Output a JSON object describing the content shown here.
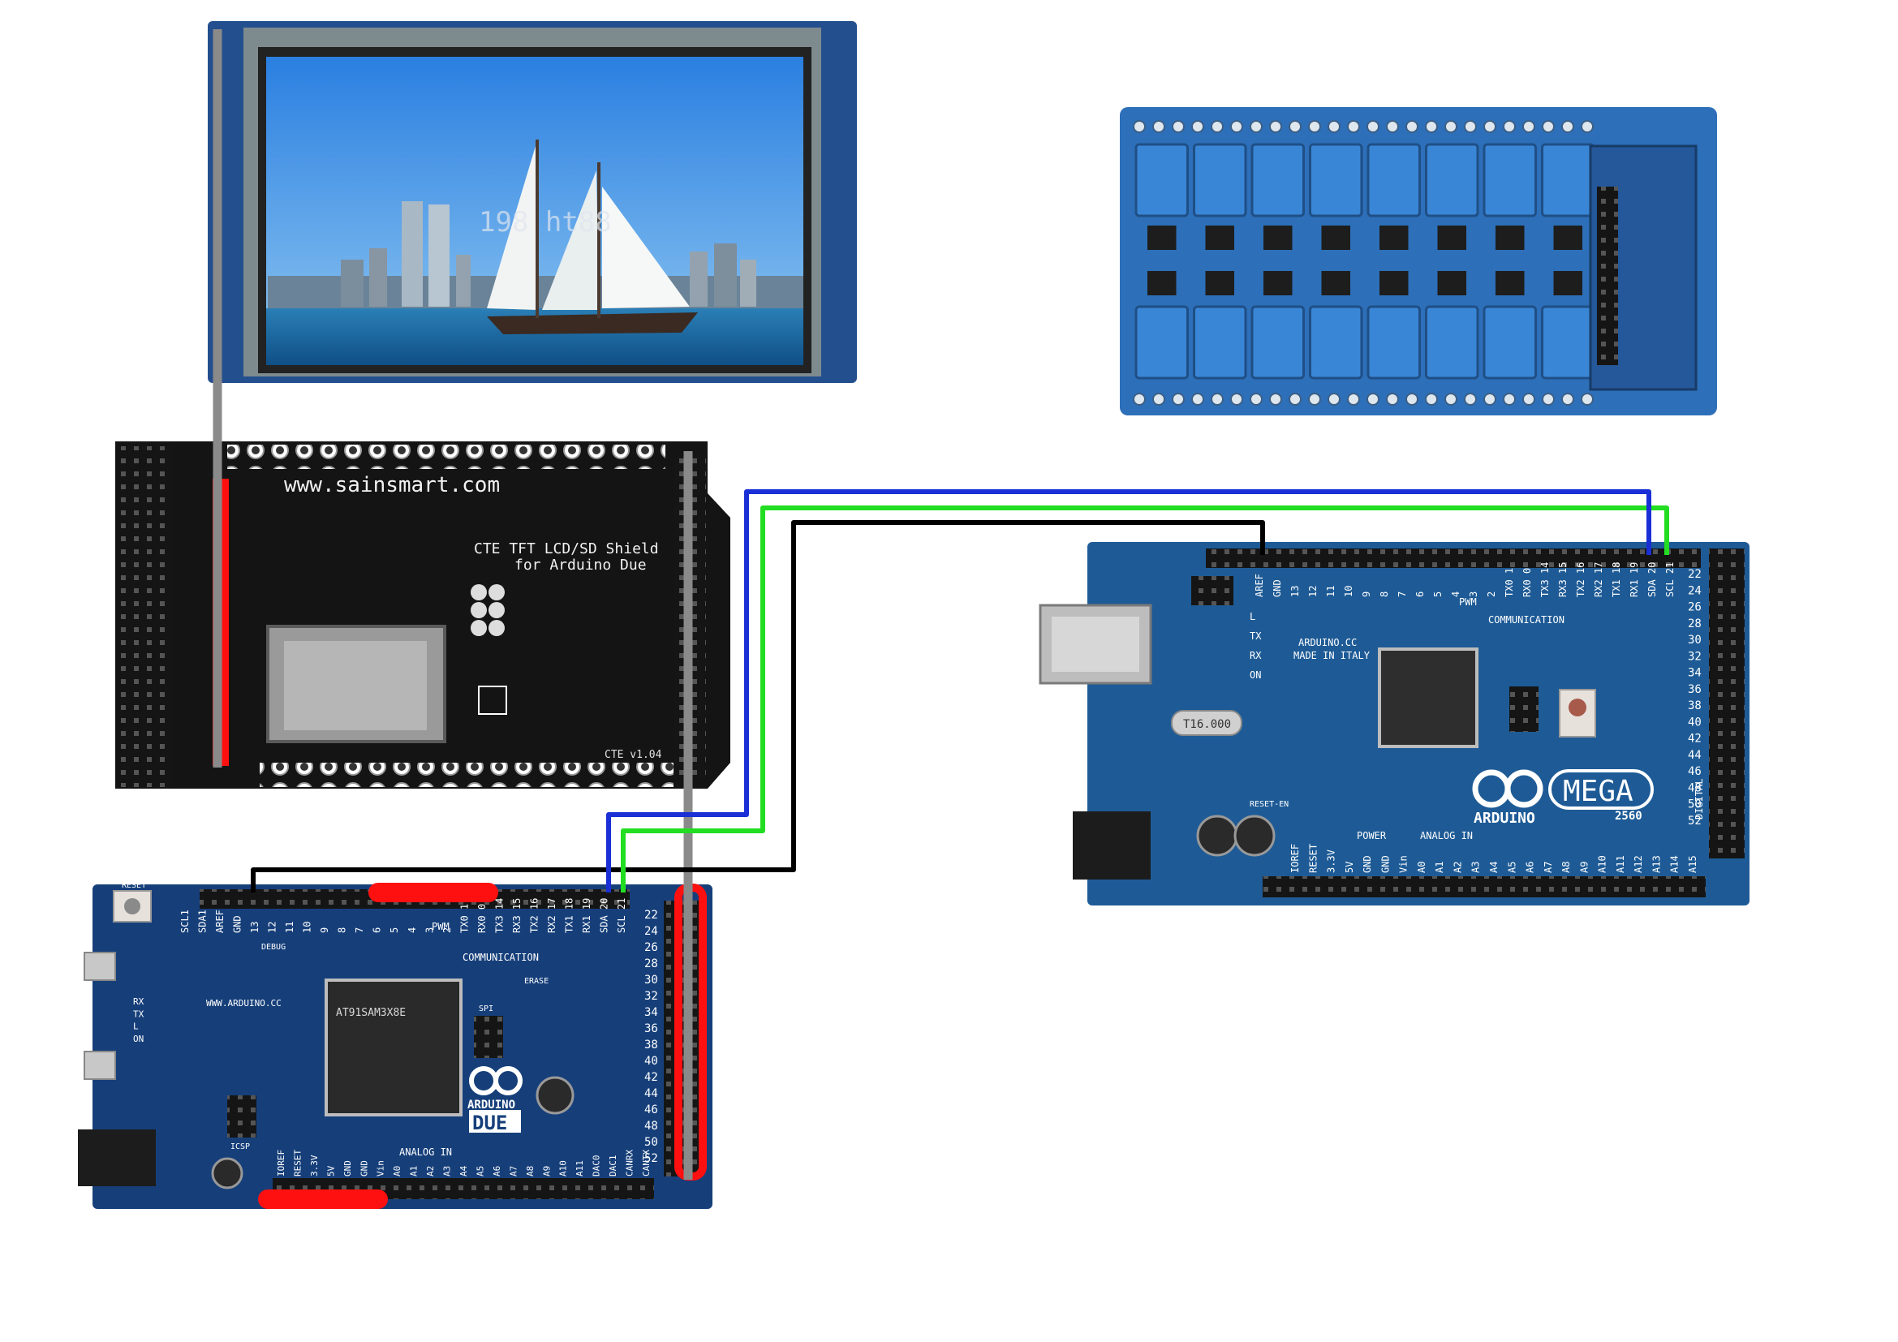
{
  "colors": {
    "background": "#ffffff",
    "board_blue": "#1e5b96",
    "board_blue_dark": "#123f6e",
    "due_blue": "#163f7a",
    "shield_black": "#111111",
    "relay_blue": "#2d74c4",
    "wire_blue": "#1a2fd6",
    "wire_green": "#22dd22",
    "wire_black": "#000000",
    "wire_gray": "#8a8a8a",
    "highlight_red": "#ff1010"
  },
  "lcd": {
    "photo_label": "photo-sailboat-city-skyline",
    "watermark": "198 ht88"
  },
  "shield": {
    "url": "www.sainsmart.com",
    "title_line1": "CTE TFT LCD/SD Shield",
    "title_line2": "for Arduino Due",
    "version": "CTE v1.04"
  },
  "relay": {
    "channels": 16
  },
  "mega": {
    "logo": "MEGA",
    "model": "2560",
    "brand": "ARDUINO",
    "site": "ARDUINO.CC",
    "made_in": "MADE IN ITALY",
    "top_pins": [
      "AREF",
      "GND",
      "13",
      "12",
      "11",
      "10",
      "9",
      "8",
      "7",
      "6",
      "5",
      "4",
      "3",
      "2",
      "TX0 1",
      "RX0 0",
      "TX3 14",
      "RX3 15",
      "TX2 16",
      "RX2 17",
      "TX1 18",
      "RX1 19",
      "SDA 20",
      "SCL 21"
    ],
    "pwm_label": "PWM",
    "comm_label": "COMMUNICATION",
    "power_label": "POWER",
    "analog_label": "ANALOG IN",
    "digital_label": "DIGITAL",
    "right_pins": [
      "22",
      "24",
      "26",
      "28",
      "30",
      "32",
      "34",
      "36",
      "38",
      "40",
      "42",
      "44",
      "46",
      "48",
      "50",
      "52"
    ],
    "bottom_pins": [
      "IOREF",
      "RESET",
      "3.3V",
      "5V",
      "GND",
      "GND",
      "Vin",
      "A0",
      "A1",
      "A2",
      "A3",
      "A4",
      "A5",
      "A6",
      "A7",
      "A8",
      "A9",
      "A10",
      "A11",
      "A12",
      "A13",
      "A14",
      "A15"
    ],
    "crystal": "T16.000",
    "leds": [
      "L",
      "TX",
      "RX",
      "ON"
    ],
    "reset_en": "RESET-EN"
  },
  "due": {
    "brand": "ARDUINO",
    "model": "DUE",
    "chip": "AT91SAM3X8E",
    "site": "WWW.ARDUINO.CC",
    "top_pins": [
      "SCL1",
      "SDA1",
      "AREF",
      "GND",
      "13",
      "12",
      "11",
      "10",
      "9",
      "8",
      "7",
      "6",
      "5",
      "4",
      "3",
      "2",
      "TX0 1",
      "RX0 0",
      "TX3 14",
      "RX3 15",
      "TX2 16",
      "RX2 17",
      "TX1 18",
      "RX1 19",
      "SDA 20",
      "SCL 21"
    ],
    "pwm_label": "PWM",
    "comm_label": "COMMUNICATION",
    "analog_label": "ANALOG IN",
    "bottom_pins": [
      "IOREF",
      "RESET",
      "3.3V",
      "5V",
      "GND",
      "GND",
      "Vin",
      "A0",
      "A1",
      "A2",
      "A3",
      "A4",
      "A5",
      "A6",
      "A7",
      "A8",
      "A9",
      "A10",
      "A11",
      "DAC0",
      "DAC1",
      "CANRX",
      "CANTX"
    ],
    "right_pins": [
      "22",
      "24",
      "26",
      "28",
      "30",
      "32",
      "34",
      "36",
      "38",
      "40",
      "42",
      "44",
      "46",
      "48",
      "50",
      "52"
    ],
    "leds": [
      "RX",
      "TX",
      "L",
      "ON"
    ],
    "labels": [
      "RESET",
      "DEBUG",
      "ERASE",
      "SPI",
      "ICSP"
    ]
  }
}
